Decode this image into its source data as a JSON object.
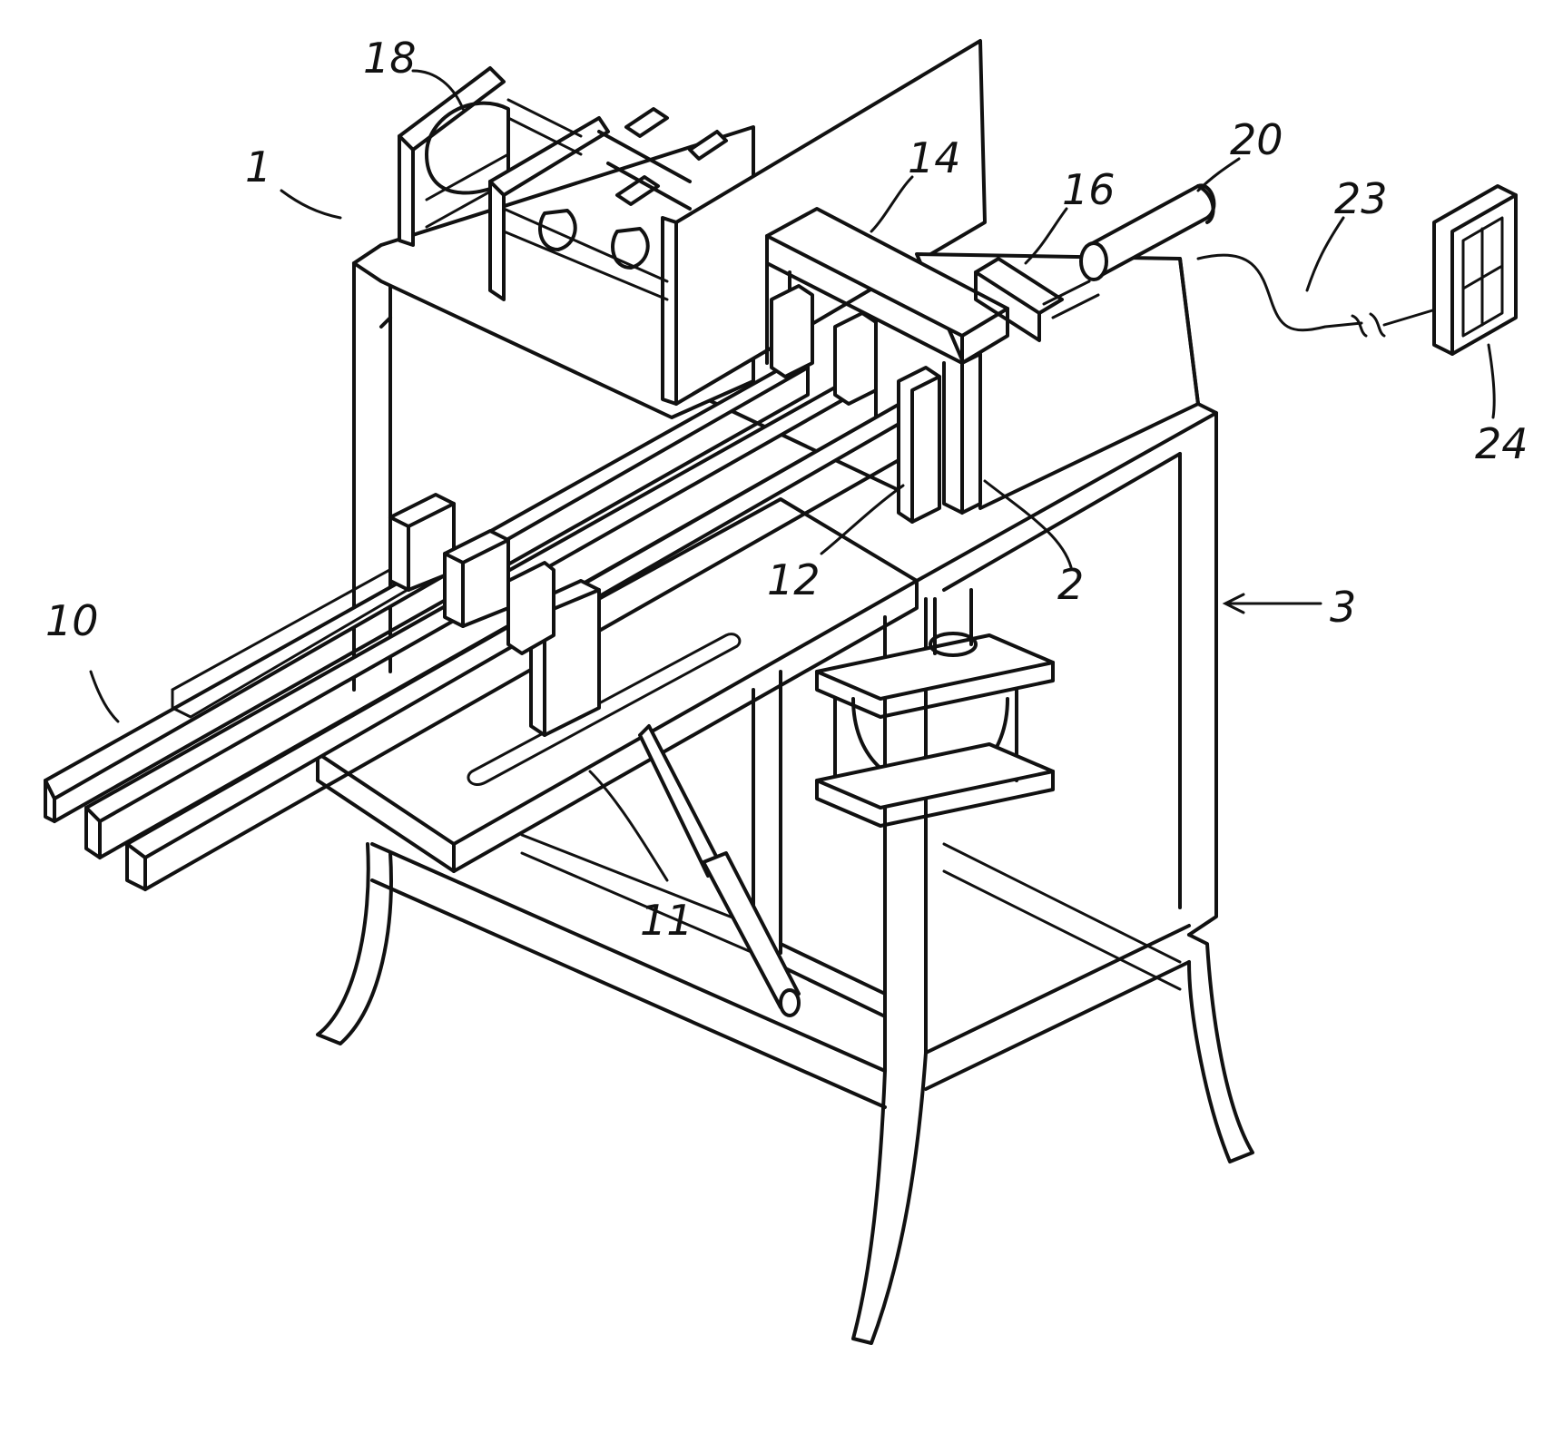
{
  "figure": {
    "reference_labels": {
      "apparatus": "1",
      "frame_top": "2",
      "stand": "3",
      "feed_rails": "10",
      "stop_block": "11",
      "clamp_block": "12",
      "clamp_bracket": "14",
      "pusher_plate": "16",
      "upper_cylinder": "18",
      "side_cylinder": "20",
      "control_cable": "23",
      "control_box": "24"
    },
    "colors": {
      "line": "#111111",
      "background": "#ffffff"
    }
  }
}
